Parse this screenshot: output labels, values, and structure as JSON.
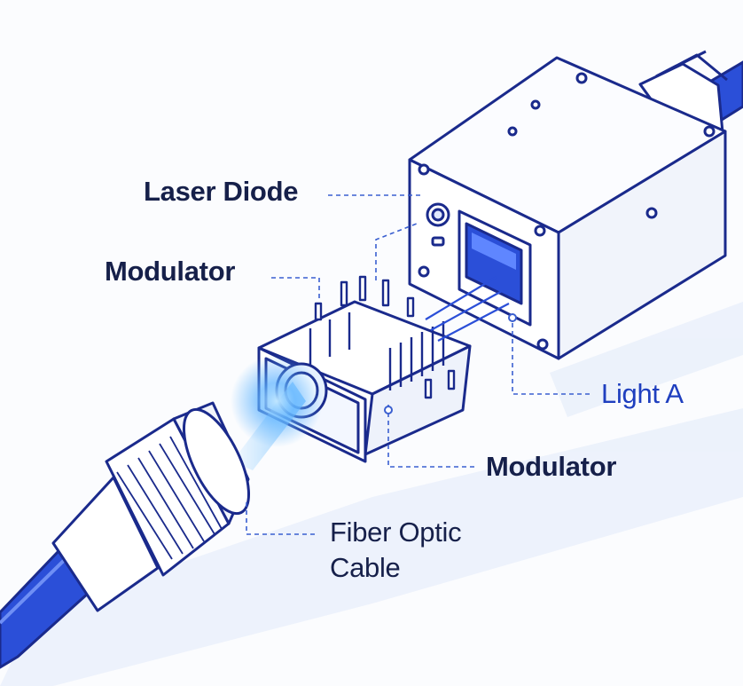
{
  "labels": {
    "laser_diode": "Laser Diode",
    "modulator_top": "Modulator",
    "light": "Light A",
    "modulator_bottom": "Modulator",
    "fiber_line1": "Fiber Optic",
    "fiber_line2": "Cable"
  },
  "colors": {
    "outline": "#1a2a8c",
    "cable_blue": "#2b4fd8",
    "glow": "#4aa8ff",
    "leader": "#3a5fd0"
  }
}
